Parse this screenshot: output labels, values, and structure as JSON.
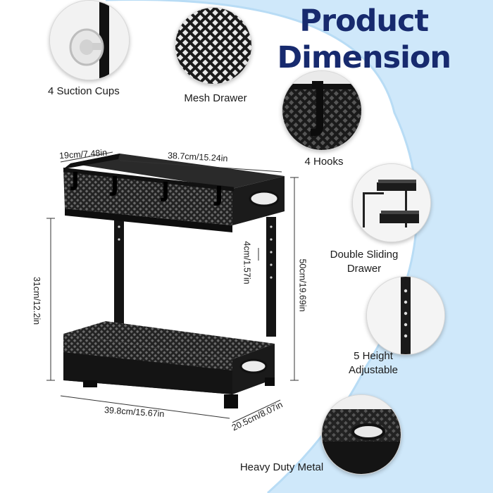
{
  "title": {
    "line1": "Product",
    "line2": "Dimension"
  },
  "features": {
    "suction_cups": "4 Suction Cups",
    "mesh_drawer": "Mesh Drawer",
    "hooks": "4 Hooks",
    "double_sliding_line1": "Double Sliding",
    "double_sliding_line2": "Drawer",
    "height_adjustable_line1": "5 Height",
    "height_adjustable_line2": "Adjustable",
    "heavy_duty": "Heavy Duty Metal"
  },
  "dimensions": {
    "depth_top": "19cm/7.48in",
    "width_top": "38.7cm/15.24in",
    "step": "4cm/1.57in",
    "height_lower": "31cm/12.2in",
    "height_total": "50cm/19.69in",
    "width_bottom": "39.8cm/15.67in",
    "depth_bottom": "20.5cm/8.07in"
  },
  "colors": {
    "title": "#172a6e",
    "background_arc": "#cfe8fa",
    "product": "#1b1b1b"
  }
}
